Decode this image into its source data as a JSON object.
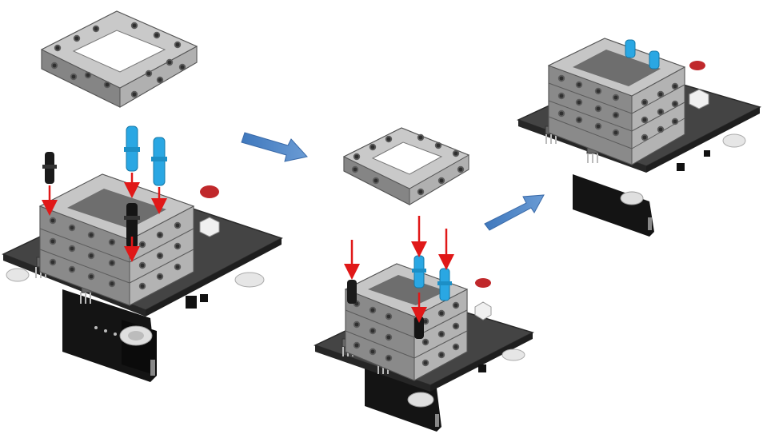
{
  "colors": {
    "background": "#ffffff",
    "board": "#3f3f3f",
    "board_edge": "#2a2a2a",
    "beam": "#a7a7a7",
    "beam_light": "#c9c9c9",
    "beam_dark": "#7d7d7d",
    "bracket": "#111111",
    "pin_blue": "#2aa7e3",
    "pin_black": "#1a1a1a",
    "arrow_red": "#e01818",
    "step_arrow": "#4f86c6",
    "wheel": "#e0e0e0"
  },
  "steps": [
    {
      "step": 1,
      "frames_in_stack": 2,
      "new_frame": true,
      "blue_pins": 2,
      "black_pins": 2
    },
    {
      "step": 2,
      "frames_in_stack": 3,
      "new_frame": true,
      "blue_pins": 2,
      "black_pins": 2
    },
    {
      "step": 3,
      "frames_in_stack": 4,
      "new_frame": false,
      "blue_pins": 2,
      "black_pins": 0
    }
  ],
  "icons": [
    "step-arrow-icon",
    "insert-arrow-icon",
    "blue-pin-icon",
    "black-pin-icon"
  ]
}
